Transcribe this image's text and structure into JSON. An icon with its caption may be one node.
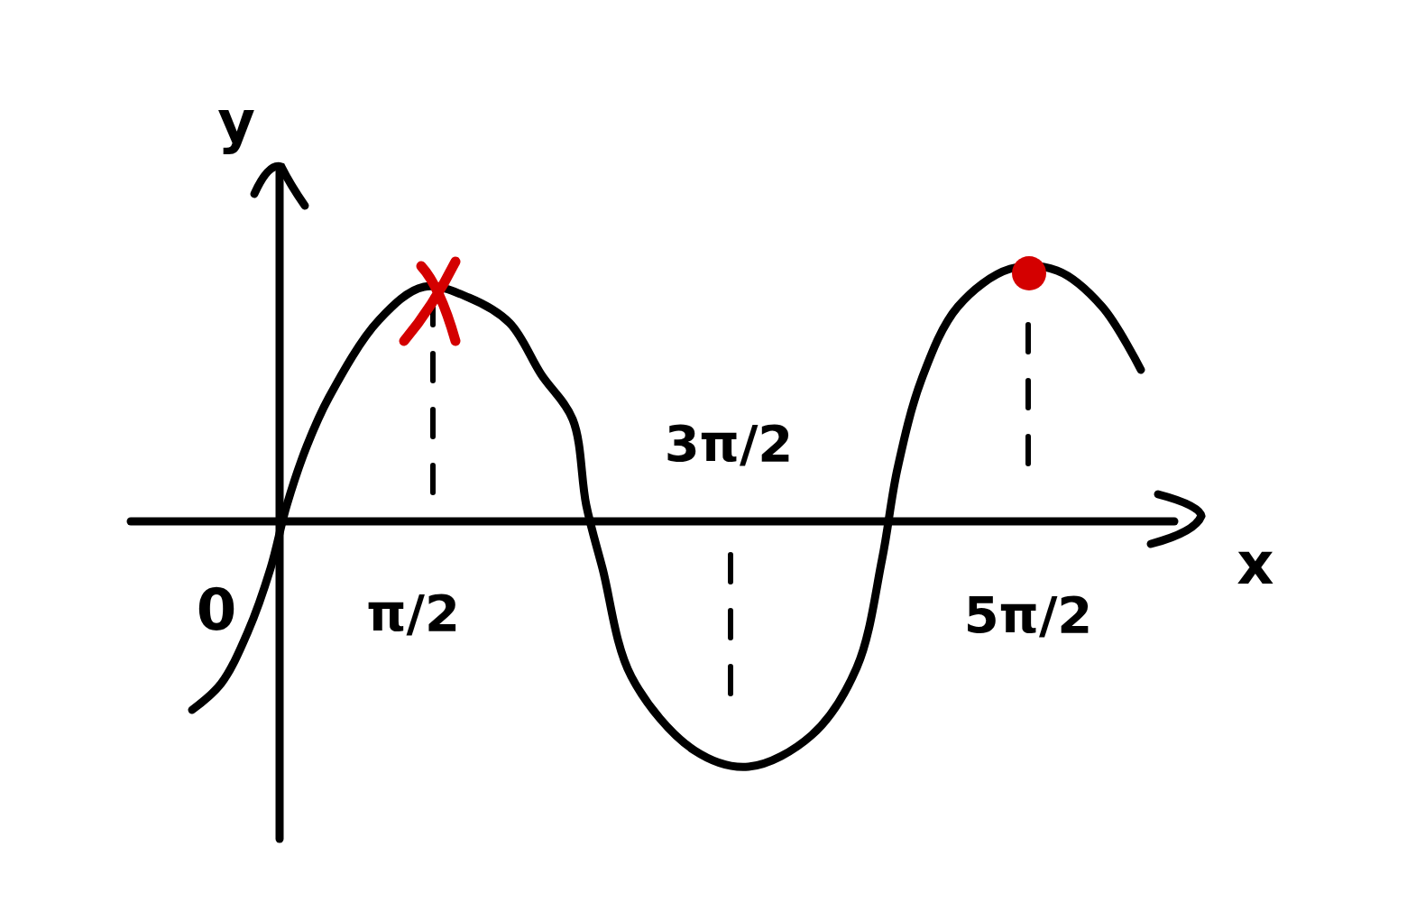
{
  "diagram": {
    "labels": [
      "y",
      "π/2",
      "3π/2",
      "5π/2",
      "x",
      "0"
    ]
  }
}
